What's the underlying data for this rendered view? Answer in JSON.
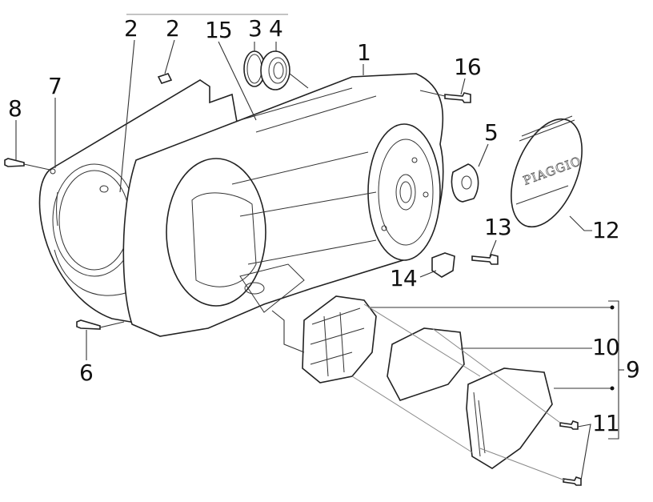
{
  "diagram": {
    "type": "exploded parts diagram",
    "subject": "Transmission / variator cover assembly",
    "cover_logo_text": "PIAGGIO",
    "callouts": [
      {
        "id": "c1",
        "label": "1",
        "part": "transmission cover"
      },
      {
        "id": "c2a",
        "label": "2",
        "part": "dowel"
      },
      {
        "id": "c2b",
        "label": "2",
        "part": "dowel"
      },
      {
        "id": "c3",
        "label": "3",
        "part": "circlip"
      },
      {
        "id": "c4",
        "label": "4",
        "part": "bearing"
      },
      {
        "id": "c5",
        "label": "5",
        "part": "cap / plug"
      },
      {
        "id": "c6",
        "label": "6",
        "part": "screw"
      },
      {
        "id": "c7",
        "label": "7",
        "part": "gasket plate"
      },
      {
        "id": "c8",
        "label": "8",
        "part": "screw"
      },
      {
        "id": "c9",
        "label": "9",
        "part": "air filter assembly (bracket group)"
      },
      {
        "id": "c10",
        "label": "10",
        "part": "filter sponge"
      },
      {
        "id": "c11",
        "label": "11",
        "part": "screws"
      },
      {
        "id": "c12",
        "label": "12",
        "part": "decorative cover"
      },
      {
        "id": "c13",
        "label": "13",
        "part": "screw"
      },
      {
        "id": "c14",
        "label": "14",
        "part": "clip"
      },
      {
        "id": "c15",
        "label": "15",
        "part": "duct"
      },
      {
        "id": "c16",
        "label": "16",
        "part": "screw"
      }
    ]
  }
}
